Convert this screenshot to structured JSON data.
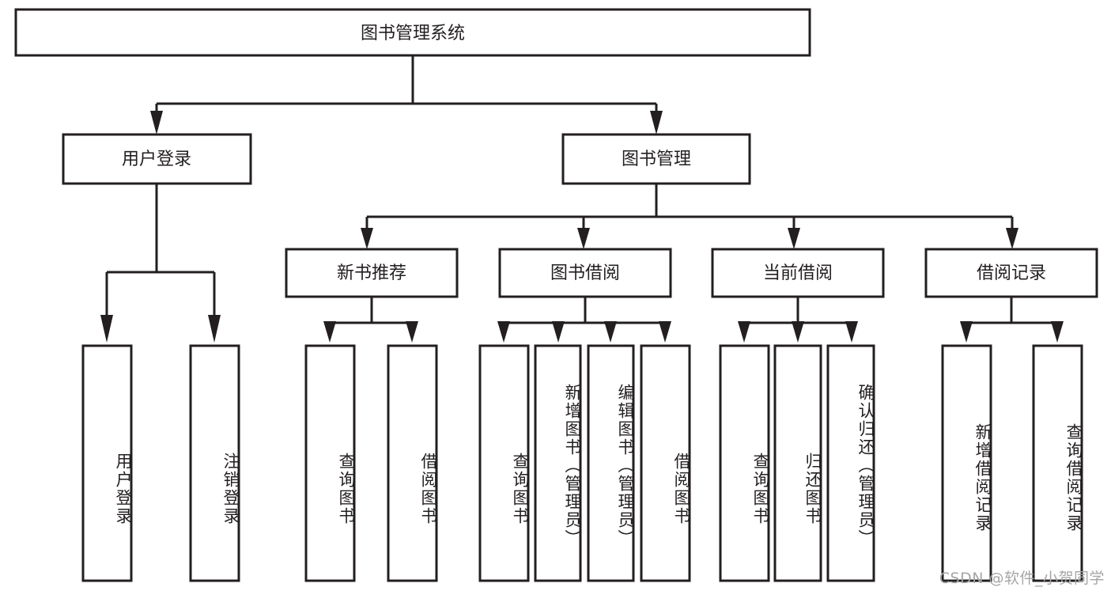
{
  "diagram": {
    "title": "图书管理系统",
    "type": "tree-hierarchy",
    "root": {
      "id": "root",
      "label": "图书管理系统"
    },
    "level1": [
      {
        "id": "user-login",
        "label": "用户登录"
      },
      {
        "id": "book-manage",
        "label": "图书管理"
      }
    ],
    "level2": [
      {
        "id": "new-book-recommend",
        "label": "新书推荐",
        "parent": "book-manage"
      },
      {
        "id": "book-borrow",
        "label": "图书借阅",
        "parent": "book-manage"
      },
      {
        "id": "current-borrow",
        "label": "当前借阅",
        "parent": "book-manage"
      },
      {
        "id": "borrow-record",
        "label": "借阅记录",
        "parent": "book-manage"
      }
    ],
    "leaves": [
      {
        "id": "leaf-user-login",
        "label": "用户登录",
        "parent": "user-login"
      },
      {
        "id": "leaf-logout",
        "label": "注销登录",
        "parent": "user-login"
      },
      {
        "id": "leaf-query-book-1",
        "label": "查询图书",
        "parent": "new-book-recommend"
      },
      {
        "id": "leaf-borrow-book-1",
        "label": "借阅图书",
        "parent": "new-book-recommend"
      },
      {
        "id": "leaf-query-book-2",
        "label": "查询图书",
        "parent": "book-borrow"
      },
      {
        "id": "leaf-add-book",
        "label": "新增图书（管理员）",
        "parent": "book-borrow"
      },
      {
        "id": "leaf-edit-book",
        "label": "编辑图书（管理员）",
        "parent": "book-borrow"
      },
      {
        "id": "leaf-borrow-book-2",
        "label": "借阅图书",
        "parent": "book-borrow"
      },
      {
        "id": "leaf-query-book-3",
        "label": "查询图书",
        "parent": "current-borrow"
      },
      {
        "id": "leaf-return-book",
        "label": "归还图书",
        "parent": "current-borrow"
      },
      {
        "id": "leaf-confirm-return",
        "label": "确认归还（管理员）",
        "parent": "current-borrow"
      },
      {
        "id": "leaf-add-record",
        "label": "新增借阅记录",
        "parent": "borrow-record"
      },
      {
        "id": "leaf-query-record",
        "label": "查询借阅记录",
        "parent": "borrow-record"
      }
    ],
    "colors": {
      "stroke": "#231f20",
      "fill": "#ffffff",
      "background": "#ffffff",
      "watermark": "#a6a6a6"
    }
  },
  "watermark": {
    "text": "CSDN @软件_小贺同学"
  }
}
